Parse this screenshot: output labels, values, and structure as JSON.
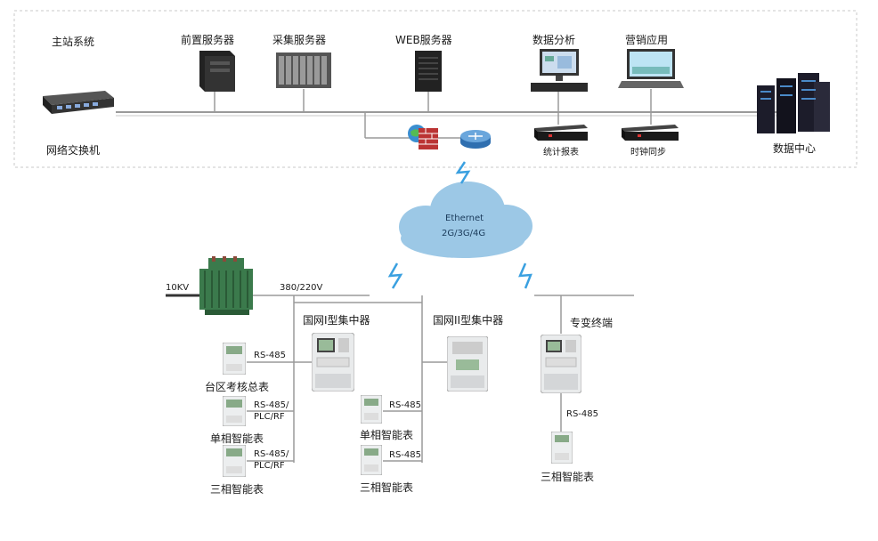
{
  "top": {
    "master_system": "主站系统",
    "network_switch": "网络交换机",
    "front_server": "前置服务器",
    "collect_server": "采集服务器",
    "web_server": "WEB服务器",
    "data_analysis": "数据分析",
    "marketing_app": "营销应用",
    "stat_report": "统计报表",
    "clock_sync": "时钟同步",
    "data_center": "数据中心"
  },
  "cloud": {
    "line1": "Ethernet",
    "line2": "2G/3G/4G"
  },
  "power": {
    "kv10": "10KV",
    "v380": "380/220V"
  },
  "concentrators": {
    "type1": "国网I型集中器",
    "type2": "国网II型集中器",
    "terminal": "专变终端"
  },
  "meters": {
    "area_meter": "台区考核总表",
    "single_phase": "单相智能表",
    "three_phase": "三相智能表",
    "single_phase_2": "单相智能表",
    "three_phase_2": "三相智能表",
    "three_phase_3": "三相智能表"
  },
  "links": {
    "rs485_a": "RS-485",
    "rs485_plc_1": "RS-485/",
    "plc_rf_1": "PLC/RF",
    "rs485_plc_2": "RS-485/",
    "plc_rf_2": "PLC/RF",
    "rs485_b": "RS-485",
    "rs485_c": "RS-485",
    "rs485_d": "RS-485"
  },
  "colors": {
    "cloud": "#9cc8e6",
    "lightning": "#3aa0e0",
    "line": "#9a9a9a",
    "transformer": "#3b7a4c"
  }
}
